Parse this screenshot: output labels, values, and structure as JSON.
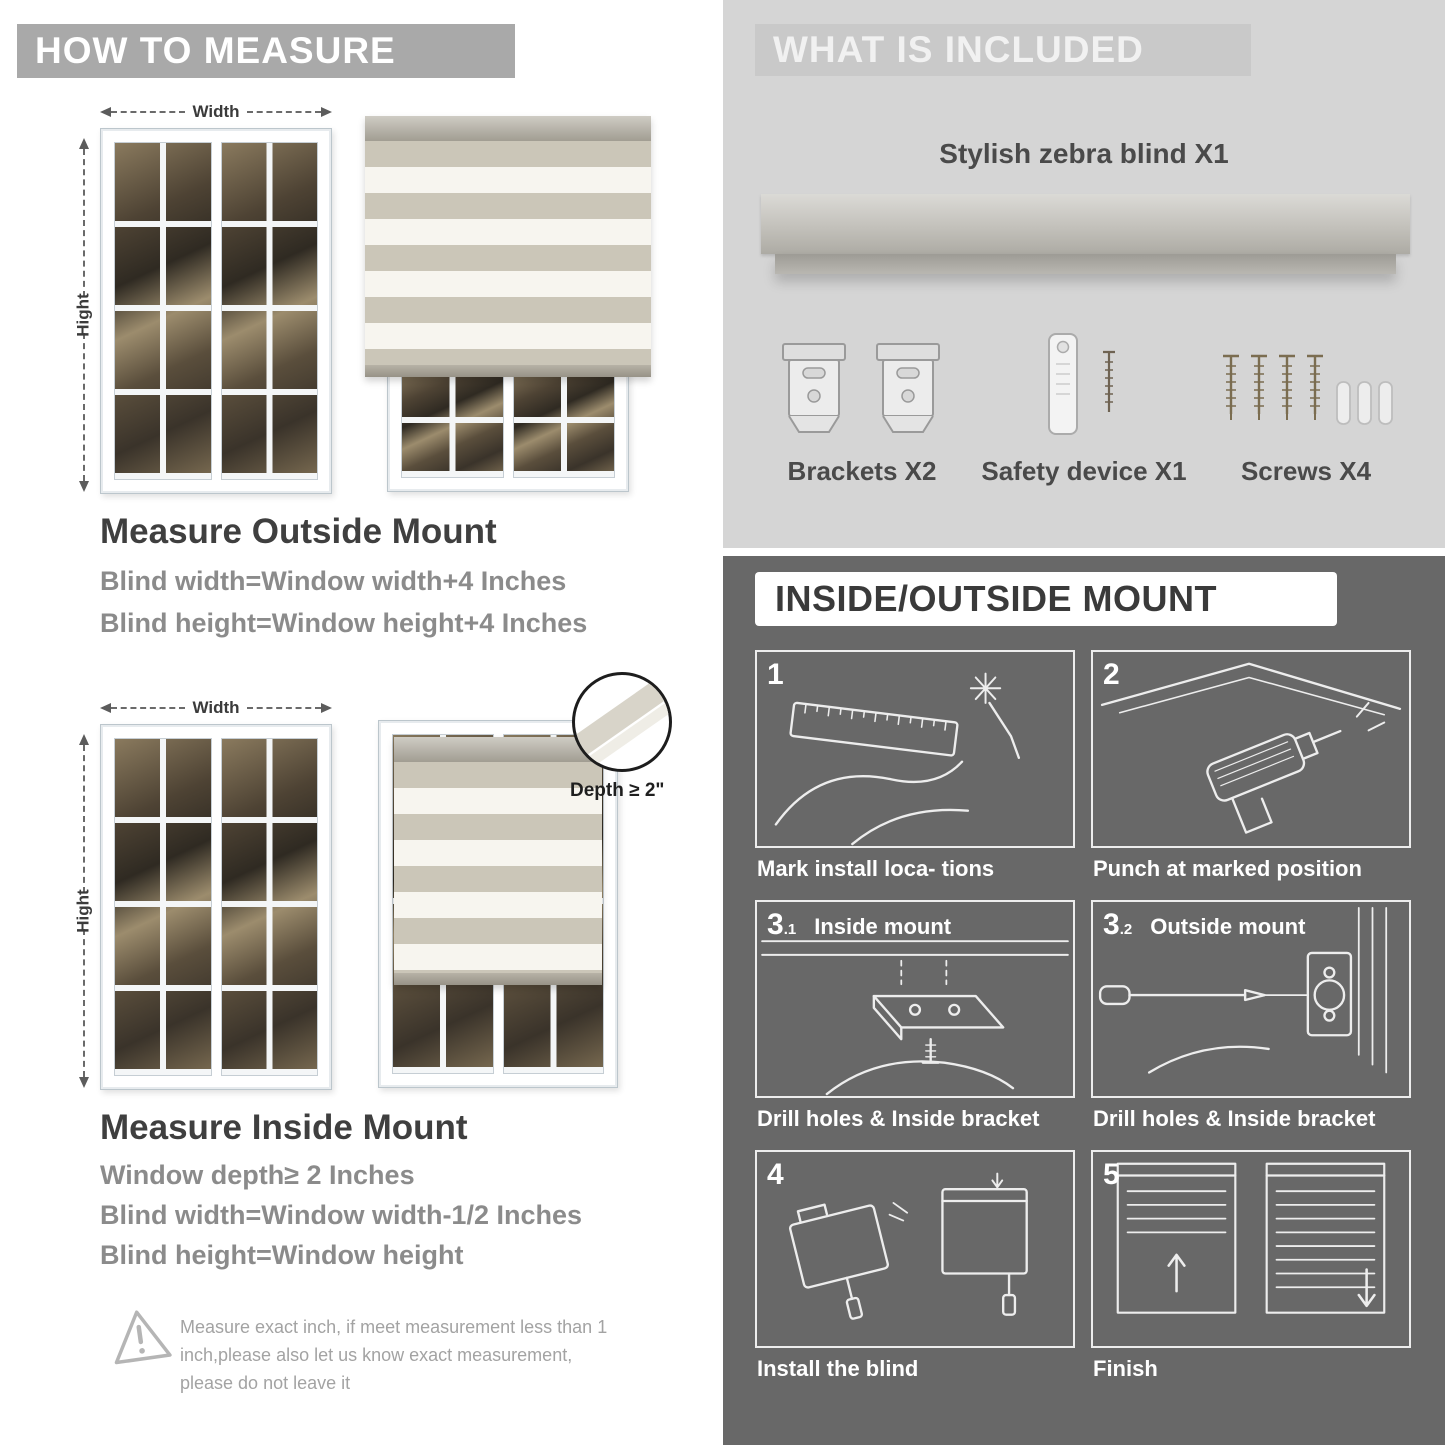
{
  "measure": {
    "header": "HOW TO MEASURE",
    "width_label": "Width",
    "height_label": "Hight",
    "outside": {
      "title": "Measure Outside Mount",
      "lines": [
        "Blind width=Window width+4 Inches",
        "Blind height=Window height+4 Inches"
      ]
    },
    "inside": {
      "depth_callout": "Depth ≥ 2\"",
      "title": "Measure Inside Mount",
      "lines": [
        "Window depth≥ 2 Inches",
        "Blind width=Window width-1/2 Inches",
        "Blind height=Window height"
      ]
    },
    "warning": "Measure exact inch, if meet measurement less than 1 inch,please also let us know exact measurement, please do not leave it"
  },
  "included": {
    "header": "WHAT IS INCLUDED",
    "blind_label": "Stylish zebra blind X1",
    "items": [
      {
        "name": "brackets",
        "label": "Brackets X2"
      },
      {
        "name": "safety-device",
        "label": "Safety device X1"
      },
      {
        "name": "screws",
        "label": "Screws X4"
      }
    ]
  },
  "mount": {
    "header": "INSIDE/OUTSIDE MOUNT",
    "steps": [
      {
        "num": "1",
        "sub": "",
        "label": "",
        "caption": "Mark install loca- tions"
      },
      {
        "num": "2",
        "sub": "",
        "label": "",
        "caption": "Punch at  marked position"
      },
      {
        "num": "3",
        "sub": ".1",
        "label": "Inside mount",
        "caption": "Drill holes &  Inside bracket"
      },
      {
        "num": "3",
        "sub": ".2",
        "label": "Outside mount",
        "caption": "Drill holes &  Inside bracket"
      },
      {
        "num": "4",
        "sub": "",
        "label": "",
        "caption": "Install the blind"
      },
      {
        "num": "5",
        "sub": "",
        "label": "",
        "caption": "Finish"
      }
    ]
  },
  "colors": {
    "banner_gray": "#a9a9a9",
    "included_bg": "#d5d5d5",
    "mount_bg": "#686868",
    "title_dark": "#3f3f3f",
    "body_gray": "#8b8b8b"
  }
}
